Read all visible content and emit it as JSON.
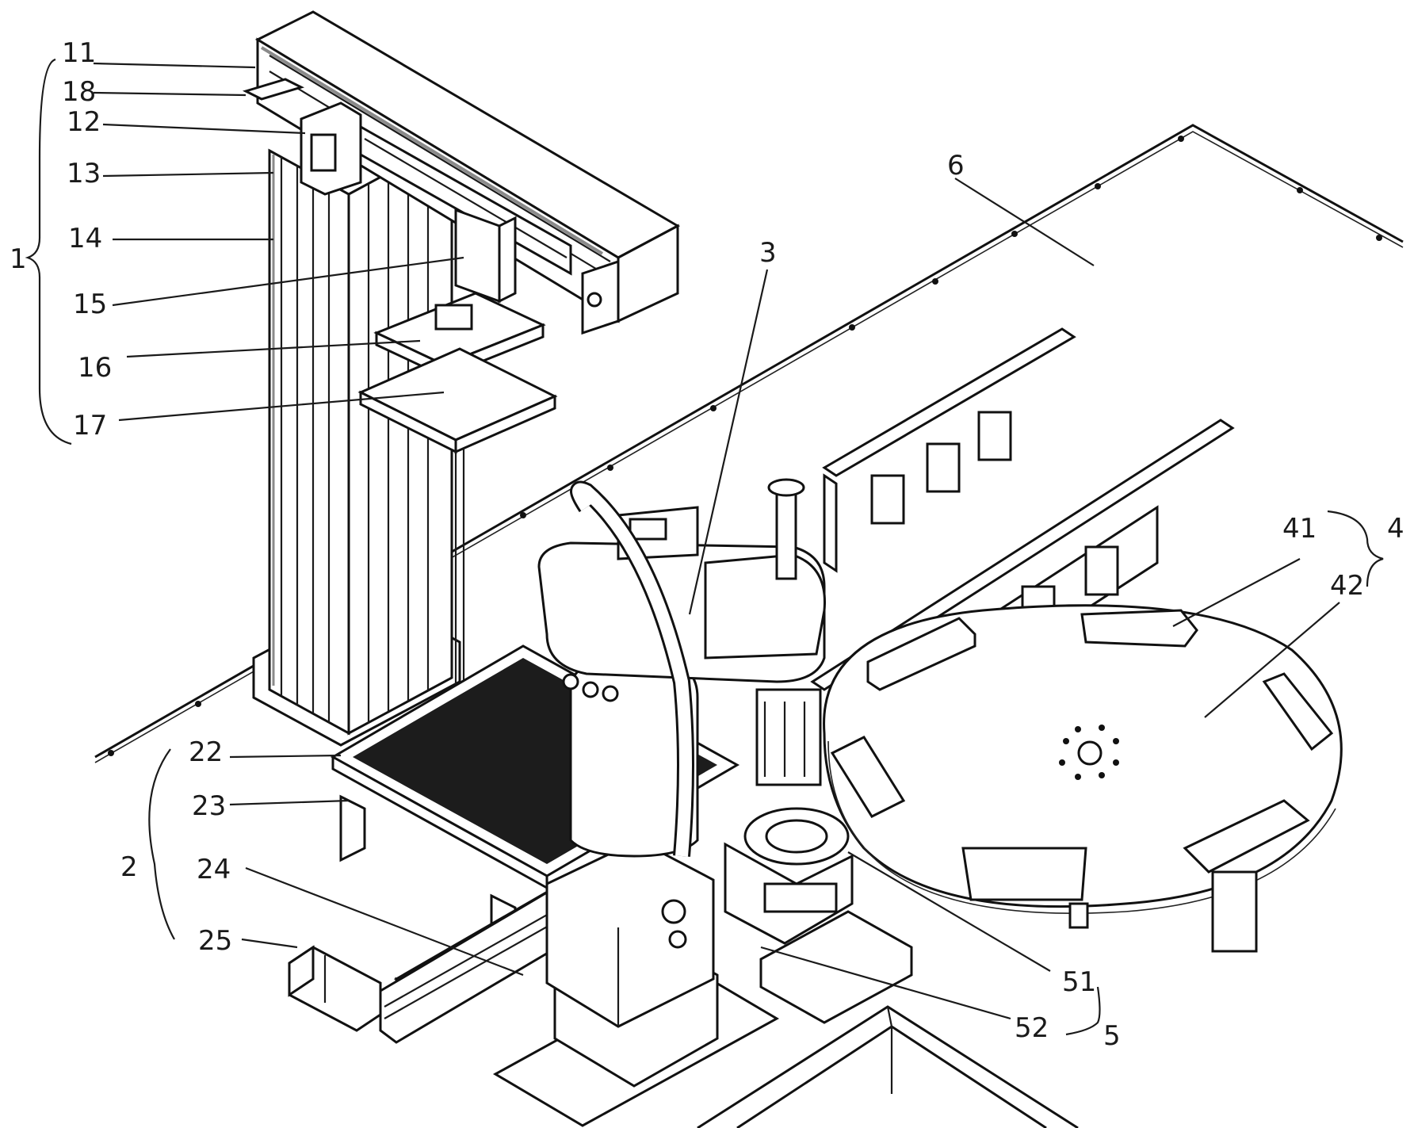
{
  "labels": {
    "l1": "1",
    "l11": "11",
    "l18": "18",
    "l12": "12",
    "l13": "13",
    "l14": "14",
    "l15": "15",
    "l16": "16",
    "l17": "17",
    "l3": "3",
    "l6": "6",
    "l4": "4",
    "l41": "41",
    "l42": "42",
    "l22": "22",
    "l23": "23",
    "l2": "2",
    "l24": "24",
    "l25": "25",
    "l51": "51",
    "l52": "52",
    "l5": "5"
  },
  "colors": {
    "line": "#1a1a1a",
    "steel": "#8a8a8a",
    "tray": "#1c1c1c"
  }
}
